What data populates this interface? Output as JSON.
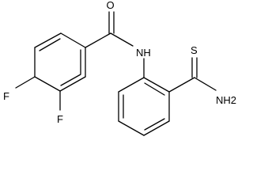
{
  "molecule": {
    "atoms": {
      "oxygen": "O",
      "amide_nitrogen": "NH",
      "fluorine_para": "F",
      "fluorine_meta": "F",
      "sulfur": "S",
      "thioamide_nitrogen": "NH2"
    }
  },
  "colors": {
    "bond": "#000000",
    "label": "#000000",
    "background": "#ffffff"
  }
}
